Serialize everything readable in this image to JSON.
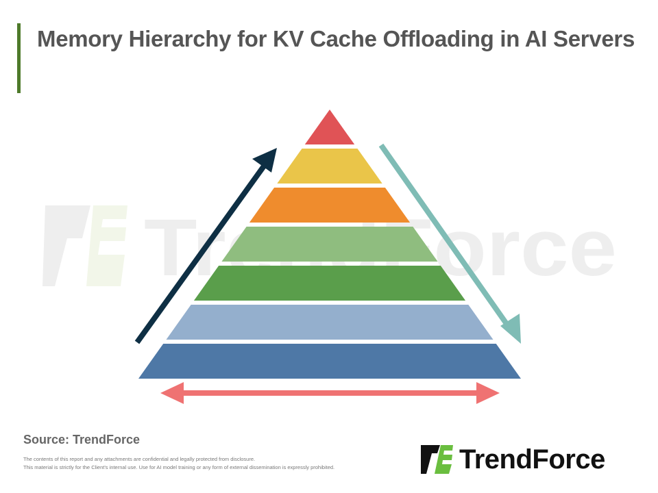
{
  "title": "Memory Hierarchy for KV Cache Offloading in AI Servers",
  "colors": {
    "accent_bar": "#4e7a2a",
    "title_text": "#555555",
    "tiers_top_to_bottom": [
      "#e05356",
      "#eac549",
      "#ef8c2d",
      "#8fbd7f",
      "#5a9e4b",
      "#94afcd",
      "#4e78a6"
    ],
    "arrow_up": "#0e2f44",
    "arrow_down": "#7fbcb5",
    "arrow_horizontal": "#ef7272",
    "watermark": "#ececec"
  },
  "pyramid": {
    "tier_count": 7,
    "labels": []
  },
  "arrows": {
    "left": {
      "direction": "up",
      "icon": "arrow-up-right-icon"
    },
    "right": {
      "direction": "down",
      "icon": "arrow-down-right-icon"
    },
    "bottom": {
      "direction": "both",
      "icon": "double-headed-arrow-icon"
    }
  },
  "watermark": {
    "text": "TrendForce"
  },
  "footer": {
    "source": "Source: TrendForce",
    "disclaimer_lines": [
      "The contents of this report and any attachments are confidential and legally protected from disclosure.",
      "This material is strictly for the Client's internal use. Use for AI model training or any form of external dissemination is expressly prohibited."
    ]
  },
  "logo": {
    "text": "TrendForce",
    "icon": "trendforce-logo-icon"
  }
}
